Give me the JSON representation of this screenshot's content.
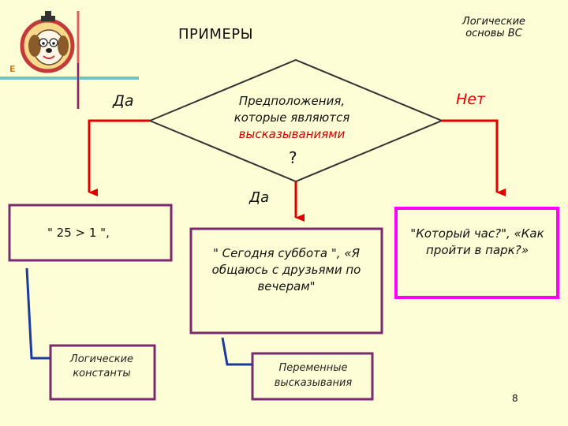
{
  "slide": {
    "title": "ПРИМЕРЫ",
    "header_right": "Логические основы ВС",
    "page_number": "8"
  },
  "logo": {
    "letter": "E"
  },
  "decision": {
    "line1": "Предположения,",
    "line2": "которые являются",
    "line3": "высказываниями",
    "question_mark": "?"
  },
  "branches": {
    "yes_left": "Да",
    "no_right": "Нет",
    "yes_middle": "Да"
  },
  "boxes": {
    "left_example": "\" 25 > 1 \",",
    "middle_example": "\" Сегодня суббота \", «Я общаюсь с друзьями по вечерам\"",
    "right_example": "\"Который час?\", «Как пройти в парк?»"
  },
  "labels": {
    "constants": "Логические константы",
    "variables_line1": "Переменные",
    "variables_line2": "высказывания"
  },
  "colors": {
    "background": "#fefed6",
    "arrow": "#e00000",
    "box_border": "#7a2a6e",
    "highlight_border": "#ff00ff",
    "connector": "#1a3aa0",
    "divider": "#6dc4c4"
  }
}
